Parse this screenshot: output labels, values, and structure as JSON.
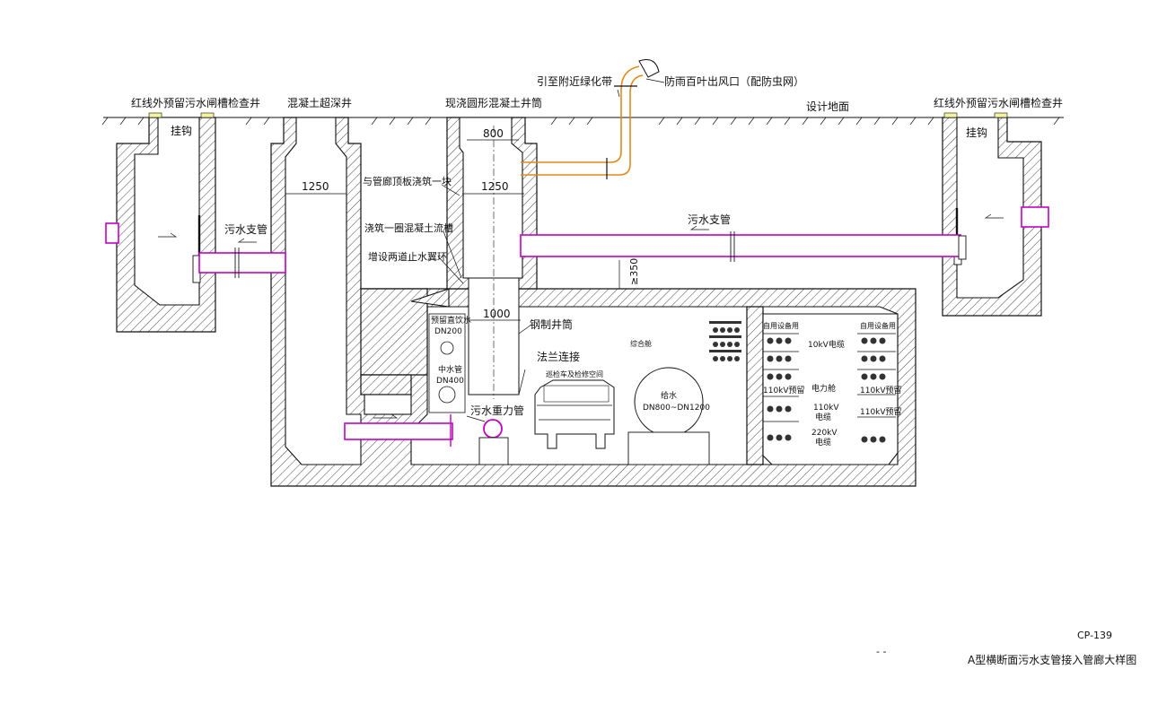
{
  "labels": {
    "left_inspection_well": "红线外预留污水闸槽检查井",
    "right_inspection_well": "红线外预留污水闸槽检查井",
    "deep_well": "混凝土超深井",
    "cast_shaft": "现浇圆形混凝土井筒",
    "to_green_belt": "引至附近绿化带",
    "louver_vent": "防雨百叶出风口（配防虫网）",
    "design_ground": "设计地面",
    "hook_left": "挂钩",
    "hook_right": "挂钩",
    "branch_pipe_left": "污水支管",
    "branch_pipe_right": "污水支管",
    "pour_with_roof": "与管廊顶板浇筑一块",
    "pour_ring_groove": "浇筑一圈混凝土流槽",
    "add_water_stop": "增设两道止水翼环",
    "steel_shaft": "钢制井筒",
    "flange_connection": "法兰连接",
    "gravity_pipe": "污水重力管",
    "reserved_water_supply": "预留直饮水",
    "reserved_water_supply_dn": "DN200",
    "reclaimed_water": "中水管",
    "reclaimed_water_dn": "DN400",
    "vehicle_note": "巡检车及检修空间",
    "integrated_cabin": "综合舱",
    "water_supply": "给水",
    "water_supply_dn": "DN800~DN1200",
    "self_use_left": "自用设备用",
    "self_use_right": "自用设备用",
    "cable_10kv": "10kV电缆",
    "bracket_110kv_left": "110kV预留",
    "comm_cable": "电力舱",
    "cable_110kv": "110kV",
    "cable_110kv_unit": "电缆",
    "cable_220kv": "220kV",
    "cable_220kv_unit": "电缆",
    "bracket_110kv_right1": "110kV预留",
    "bracket_110kv_right2": "110kV预留"
  },
  "dimensions": {
    "deep_well_width": "1250",
    "shaft_top_width": "800",
    "shaft_width": "1250",
    "steel_shaft_width": "1000",
    "min_cover": "≥350"
  },
  "title_block": {
    "drawing_number": "CP-139",
    "dash_mark": "- -",
    "drawing_title": "A型横断面污水支管接入管廊大样图"
  },
  "colors": {
    "sewer_pipe": "#c400c4",
    "vent_pipe": "#e08a1e",
    "line": "#111111"
  },
  "icons": {
    "flow_arrow": "flow-arrow-icon",
    "vent_cowl": "vent-cowl-icon"
  }
}
